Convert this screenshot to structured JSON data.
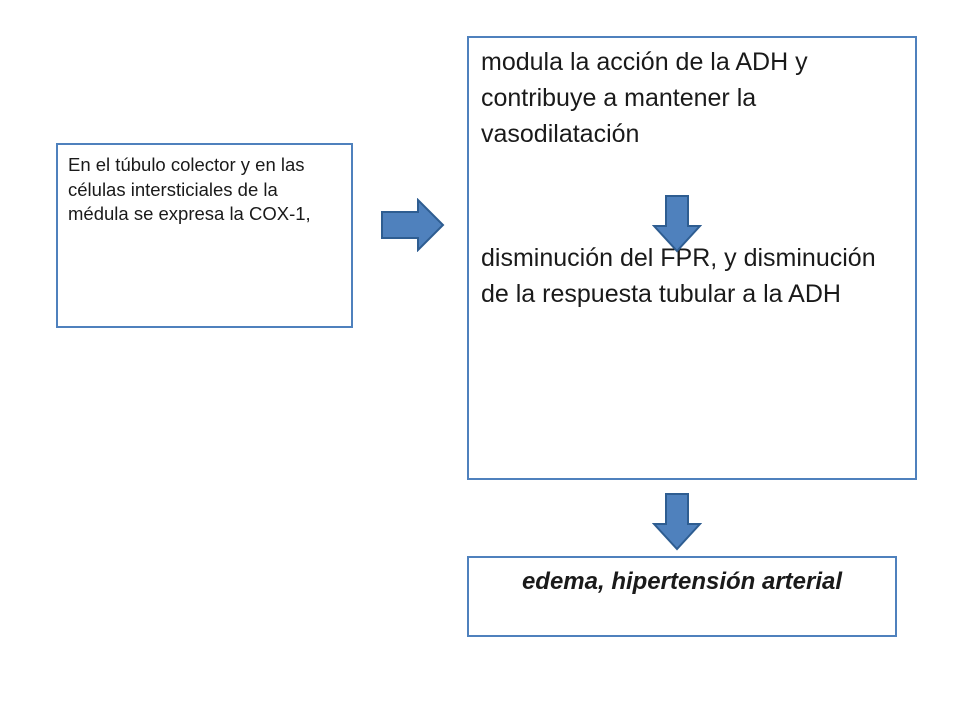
{
  "diagram": {
    "left_box": {
      "text": "En el túbulo colector y en las células intersticiales de la médula se expresa la COX-1,"
    },
    "right_box": {
      "paragraph_1": "modula la acción de la ADH y contribuye a mantener la vasodilatación",
      "paragraph_2": "disminución del FPR, y disminución de la respuesta tubular a la ADH"
    },
    "bottom_box": {
      "text": "edema, hipertensión arterial"
    },
    "colors": {
      "box_border": "#4f81bd",
      "arrow_fill": "#4f81bd",
      "arrow_stroke": "#2e5d91"
    },
    "icons": [
      "arrow-right-icon",
      "arrow-down-icon",
      "arrow-down-icon"
    ]
  }
}
